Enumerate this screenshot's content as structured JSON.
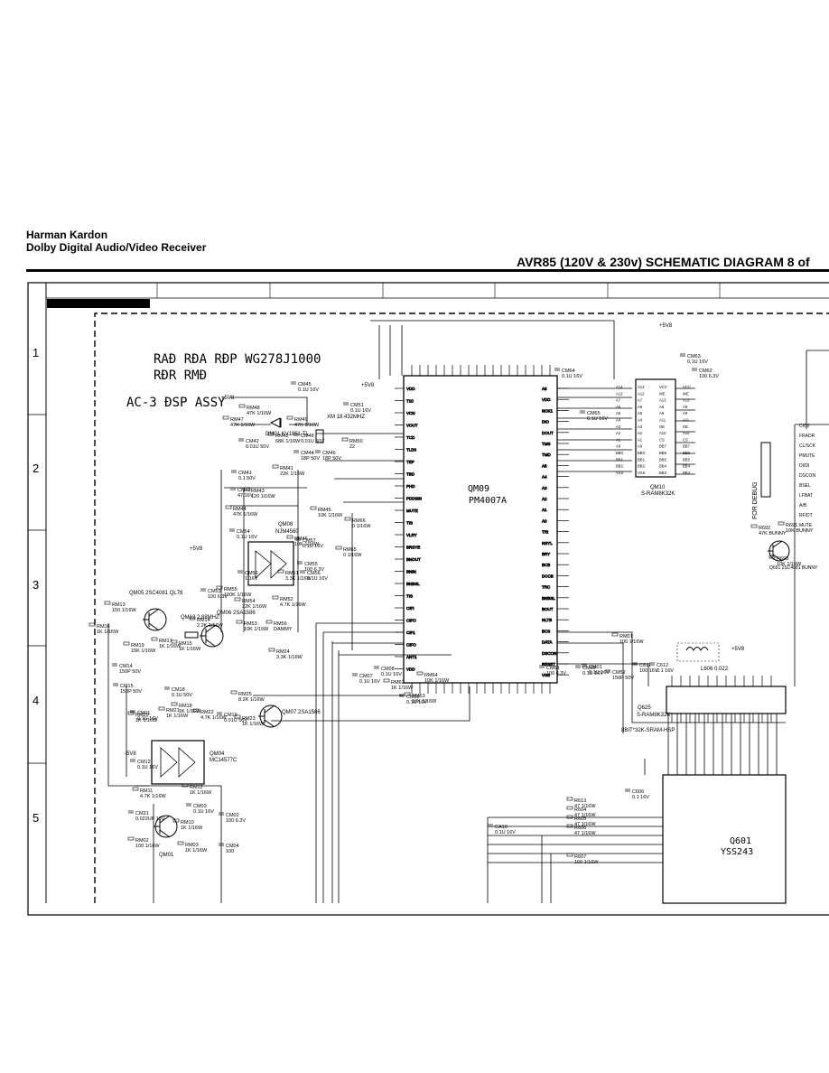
{
  "header": {
    "brand": "Harman Kardon",
    "model": "Dolby Digital Audio/Video Receiver",
    "title": "AVR85 (120V & 230v) SCHEMATIC DIAGRAM 8 of"
  },
  "grid": {
    "row_labels": [
      "1",
      "2",
      "3",
      "4",
      "5"
    ]
  },
  "board": {
    "code_line": "RAÐ RÐA RÐP  WG278J1000",
    "sub_line": "RÐR RMÐ",
    "name": "AC-3 ÐSP ASSY"
  },
  "chips": {
    "qm09_ref": "QM09",
    "qm09_part": "PM4007A",
    "qm10_ref": "QM10",
    "qm10_part": "S-RAM8K32K",
    "qm08_ref": "QM08",
    "qm08_part": "NJM4560",
    "qm04_ref": "QM04",
    "qm04_part": "MC14577C",
    "q625_ref": "Q625",
    "q625_part": "S-RAM8K32K",
    "q625_note": "8BIT*32K-SRAM-HSP",
    "q601_ref": "Q601",
    "q601_part": "YSS243",
    "qm05": "QM05  2SC4081 QL78",
    "qm06": "QM06 2SA1586",
    "qm07": "QM07 2SA1586",
    "qm01": "QM01",
    "q691": "Q691  2SC4081  BUNNY"
  },
  "labels": {
    "debug": "FOR DEBUG",
    "crystal": "XM 18.432MHZ",
    "qm12": "QM12 2.88MHZ",
    "dm01": "DM01 KV1851-TL",
    "l606": "L606 0.022",
    "v5": "+5V8",
    "v5m": "-5V8"
  },
  "right_signals": [
    "CIC0",
    "FRADR",
    "CL/SCK",
    "PMUTE",
    "DI/DI",
    "DSCON",
    "BSEL",
    "LFBAT",
    "A/B",
    "RF/DT",
    "MUTE"
  ],
  "qm09_left_pins": [
    "VDD",
    "T10",
    "VCN",
    "VOUT",
    "TCD",
    "TLD0",
    "TEP",
    "TBD",
    "PHD",
    "PDDSIN",
    "MUTE",
    "TIS",
    "VLRY",
    "BRSYE",
    "BNOUT",
    "BNIN",
    "BNBSL",
    "TIS",
    "CIFI",
    "CIFO",
    "CIF1",
    "CIFO",
    "ANT1",
    "VDD"
  ],
  "qm09_right_pins": [
    "A6",
    "VDD",
    "NCK1",
    "DIO",
    "DOUT",
    "TMS",
    "TMD",
    "A5",
    "A4",
    "A3",
    "A2",
    "A1",
    "A0",
    "TRI",
    "NSYL",
    "BRY",
    "BCB",
    "DCCB",
    "TRC",
    "BNBSL",
    "BOUT",
    "NLTB",
    "BCS",
    "DATA",
    "DSCON",
    "RESET",
    "VSS"
  ],
  "qm10_left_pins": [
    "A14",
    "A12",
    "A7",
    "A6",
    "A5",
    "A4",
    "A3",
    "A2",
    "A1",
    "A0",
    "BB0",
    "BB1",
    "BB2",
    "VSS"
  ],
  "qm10_right_pins": [
    "VCC",
    "WE",
    "A13",
    "A8",
    "A9",
    "A11",
    "OE",
    "A10",
    "CS",
    "BB7",
    "BB6",
    "BB5",
    "BB4",
    "BB3"
  ],
  "resistors": [
    {
      "ref": "RM48",
      "val": "47K 1/16W"
    },
    {
      "ref": "RM47",
      "val": "47K 1/16W"
    },
    {
      "ref": "RM49",
      "val": "47K 1/16W"
    },
    {
      "ref": "RM43",
      "val": "120 1/16W"
    },
    {
      "ref": "RM42",
      "val": "68K 1/16W"
    },
    {
      "ref": "RM41",
      "val": "22K 1/16W"
    },
    {
      "ref": "RM44",
      "val": "47K 1/16W"
    },
    {
      "ref": "RM45",
      "val": "10K 1/16W"
    },
    {
      "ref": "RM46",
      "val": "10K 1/16W"
    },
    {
      "ref": "RM65",
      "val": "0 1/16W"
    },
    {
      "ref": "RM66",
      "val": "0 1/16W"
    },
    {
      "ref": "RM50",
      "val": "22"
    },
    {
      "ref": "RM55",
      "val": "100K 1/16W"
    },
    {
      "ref": "RM51",
      "val": "3.3K 1/16W"
    },
    {
      "ref": "RM52",
      "val": "4.7K 1/16W"
    },
    {
      "ref": "RM54",
      "val": "22K 1/16W"
    },
    {
      "ref": "RM53",
      "val": "10K 1/16W"
    },
    {
      "ref": "RM56",
      "val": "DAMMY"
    },
    {
      "ref": "RM24",
      "val": "3.3K 1/16W"
    },
    {
      "ref": "RM25",
      "val": "8.2K 1/16W"
    },
    {
      "ref": "RM23",
      "val": "1K 1/16W"
    },
    {
      "ref": "RM18",
      "val": "1K 1/16W"
    },
    {
      "ref": "RM14",
      "val": "2.2K 1/16W"
    },
    {
      "ref": "RM13",
      "val": "150 1/16W"
    },
    {
      "ref": "RM16",
      "val": "1K 1/16W"
    },
    {
      "ref": "RM17",
      "val": "1K 1/16W"
    },
    {
      "ref": "RM15",
      "val": "1K 1/16W"
    },
    {
      "ref": "RM19",
      "val": "15K 1/16W"
    },
    {
      "ref": "RM20",
      "val": "1K 1/16W"
    },
    {
      "ref": "RM21",
      "val": "1K 1/16W"
    },
    {
      "ref": "RM22",
      "val": "4.7K 1/16W"
    },
    {
      "ref": "RM11",
      "val": "4.7K 1/16W"
    },
    {
      "ref": "RM12",
      "val": "1K 1/16W"
    },
    {
      "ref": "RM10",
      "val": "1K 1/16W"
    },
    {
      "ref": "RM03",
      "val": "1K 1/16W"
    },
    {
      "ref": "RM02",
      "val": "100 1/16W"
    },
    {
      "ref": "RM62",
      "val": "1K 1/16W"
    },
    {
      "ref": "RM63",
      "val": "10K 1/16W"
    },
    {
      "ref": "RM64",
      "val": "10K 1/16W"
    },
    {
      "ref": "RM01",
      "val": "100 1/16W"
    },
    {
      "ref": "R613",
      "val": "47 1/16W"
    },
    {
      "ref": "R604",
      "val": "47 1/16W"
    },
    {
      "ref": "R605",
      "val": "47 1/16W"
    },
    {
      "ref": "R606",
      "val": "47 1/16W"
    },
    {
      "ref": "R607",
      "val": "100 1/16W"
    },
    {
      "ref": "R692",
      "val": "47K BUNNY"
    },
    {
      "ref": "R691",
      "val": "10K BUNNY"
    },
    {
      "ref": "R693",
      "val": "10K 1/16W"
    }
  ],
  "capacitors": [
    {
      "ref": "CM45",
      "val": "0.1U 16V"
    },
    {
      "ref": "CM42",
      "val": "0.01U 50V"
    },
    {
      "ref": "CM48",
      "val": "0.01U 50V"
    },
    {
      "ref": "CM44",
      "val": "18P 50V"
    },
    {
      "ref": "CM46",
      "val": "18P 50V"
    },
    {
      "ref": "CM41",
      "val": "0.1 50V"
    },
    {
      "ref": "CM43",
      "val": "47/16V"
    },
    {
      "ref": "CM51",
      "val": "0.1U 16V"
    },
    {
      "ref": "CM53",
      "val": "100 6.3V"
    },
    {
      "ref": "CM54",
      "val": "0.1U 16V"
    },
    {
      "ref": "CM57",
      "val": "0.1U 16V"
    },
    {
      "ref": "CM55",
      "val": "100 6.3V"
    },
    {
      "ref": "CM56",
      "val": "0.1U 16V"
    },
    {
      "ref": "CM52",
      "val": "1 16V"
    },
    {
      "ref": "CM63",
      "val": "0.1U 16V"
    },
    {
      "ref": "CM62",
      "val": "100 6.3V"
    },
    {
      "ref": "CM64",
      "val": "0.1U 16V"
    },
    {
      "ref": "CM65",
      "val": "0.1U 16V"
    },
    {
      "ref": "CM07",
      "val": "0.1U 16V"
    },
    {
      "ref": "CM08",
      "val": "0.1U 16V"
    },
    {
      "ref": "CM59",
      "val": "0.1U 16V"
    },
    {
      "ref": "CM61",
      "val": "100 6.3V"
    },
    {
      "ref": "CM60",
      "val": "0.1U 16V"
    },
    {
      "ref": "CM52b",
      "val": "150P 50V"
    },
    {
      "ref": "CM01",
      "val": "0.1U 16V"
    },
    {
      "ref": "C611",
      "val": "100 16V"
    },
    {
      "ref": "C612",
      "val": "0.1 16V"
    },
    {
      "ref": "CM11",
      "val": "0.1U 16V"
    },
    {
      "ref": "CM12",
      "val": "0.1U 16V"
    },
    {
      "ref": "CM15",
      "val": "150P 50V"
    },
    {
      "ref": "CM14",
      "val": "150P 50V"
    },
    {
      "ref": "CM18",
      "val": "0.1U 50V"
    },
    {
      "ref": "CM19",
      "val": "0.01U 50V"
    },
    {
      "ref": "CM03",
      "val": "0.1U 16V"
    },
    {
      "ref": "CM02",
      "val": "100 6.3V"
    },
    {
      "ref": "CM04",
      "val": "100"
    },
    {
      "ref": "CM31",
      "val": "0.022UF 16V"
    },
    {
      "ref": "CA10",
      "val": "0.1U 16V"
    },
    {
      "ref": "C606",
      "val": "0.1 16V"
    }
  ]
}
